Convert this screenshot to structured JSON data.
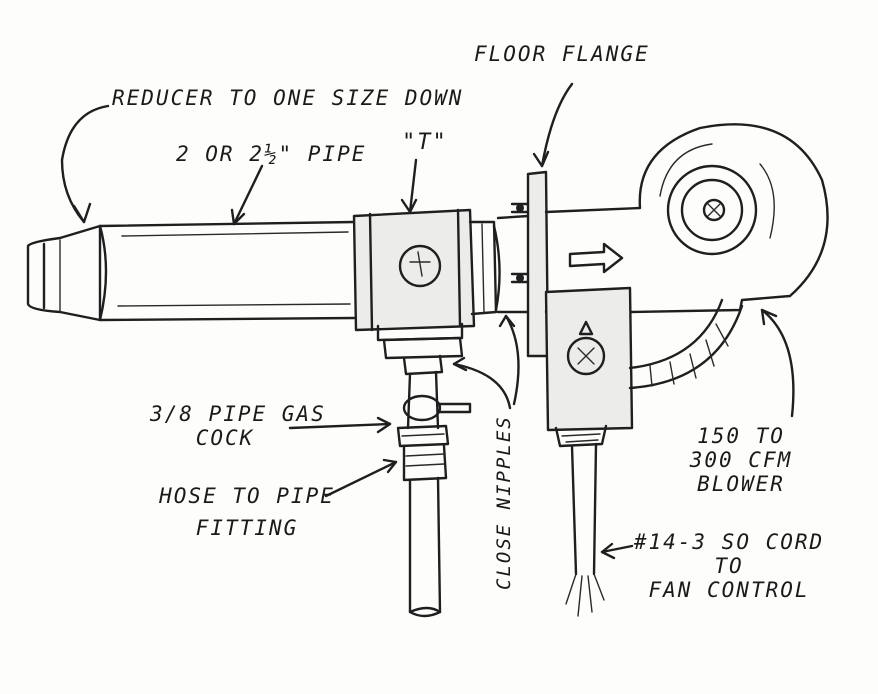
{
  "labels": {
    "reducer": "REDUCER TO ONE SIZE DOWN",
    "pipe": "2 OR 2½\" PIPE",
    "tee": "\"T\"",
    "floor_flange": "FLOOR FLANGE",
    "gas_cock_line1": "3/8 PIPE GAS",
    "gas_cock_line2": "COCK",
    "hose_line1": "HOSE TO PIPE",
    "hose_line2": "FITTING",
    "close_nipples": "CLOSE NIPPLES",
    "blower_line1": "150 TO",
    "blower_line2": "300 CFM",
    "blower_line3": "BLOWER",
    "cord_line1": "#14-3 SO CORD",
    "cord_line2": "TO",
    "cord_line3": "FAN CONTROL"
  },
  "colors": {
    "ink": "#1f1f1f",
    "paper": "#fdfdfb"
  }
}
